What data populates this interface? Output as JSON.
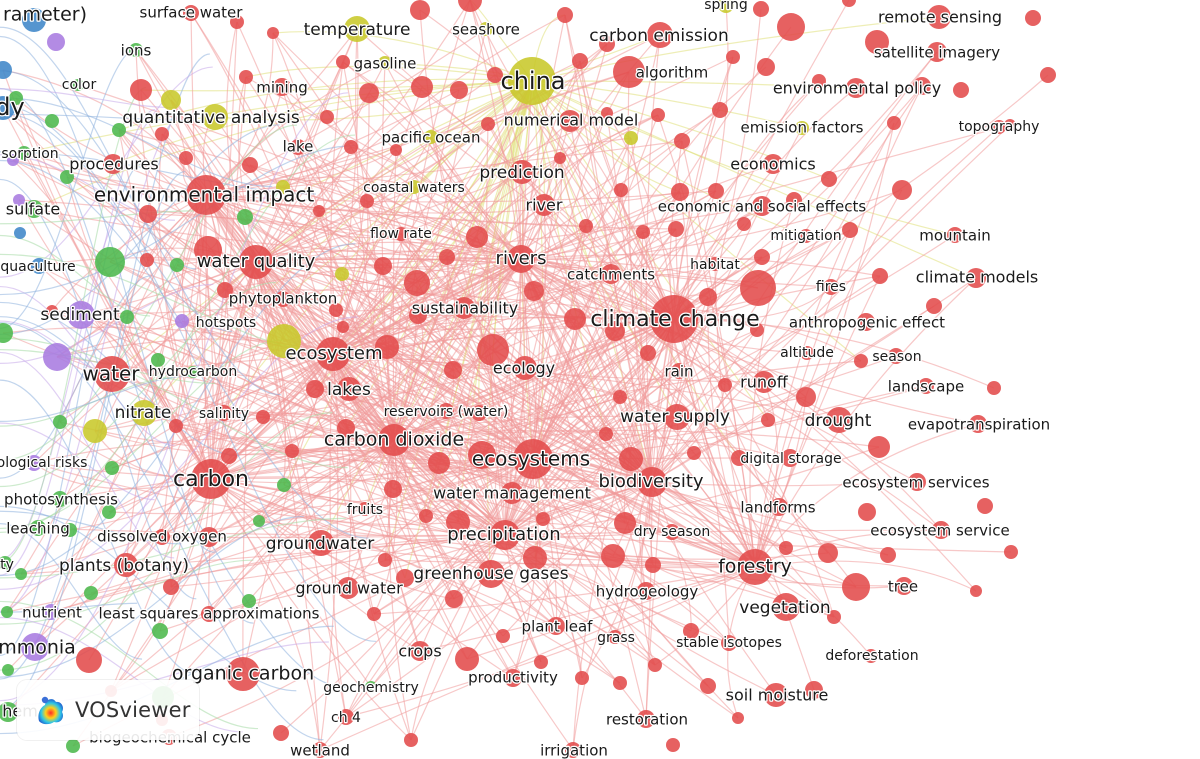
{
  "colors": {
    "red": "#e24b4b",
    "yellow": "#c8c82a",
    "green": "#4cb84c",
    "purple": "#a97be0",
    "blue": "#3f86c8",
    "edge_red": "#f19a9a",
    "edge_yellow": "#e0e07a",
    "edge_blue": "#8fb2df",
    "edge_green": "#a6dba6",
    "edge_purple": "#c7a9ea"
  },
  "branding": {
    "name": "VOSviewer",
    "icon": "vosviewer-logo-icon"
  },
  "keywords": [
    {
      "label": "china",
      "cluster": "yellow"
    },
    {
      "label": "climate change",
      "cluster": "red"
    },
    {
      "label": "carbon",
      "cluster": "red"
    },
    {
      "label": "ecosystems",
      "cluster": "red"
    },
    {
      "label": "environmental impact",
      "cluster": "red"
    },
    {
      "label": "ecosystem",
      "cluster": "red"
    },
    {
      "label": "forestry",
      "cluster": "red"
    },
    {
      "label": "water quality",
      "cluster": "red"
    },
    {
      "label": "carbon dioxide",
      "cluster": "red"
    },
    {
      "label": "organic carbon",
      "cluster": "red"
    },
    {
      "label": "water",
      "cluster": "red"
    },
    {
      "label": "precipitation",
      "cluster": "red"
    },
    {
      "label": "biodiversity",
      "cluster": "red"
    },
    {
      "label": "greenhouse gases",
      "cluster": "red"
    },
    {
      "label": "rivers",
      "cluster": "red"
    },
    {
      "label": "water supply",
      "cluster": "red"
    },
    {
      "label": "carbon emission",
      "cluster": "red"
    },
    {
      "label": "vegetation",
      "cluster": "red"
    },
    {
      "label": "drought",
      "cluster": "red"
    },
    {
      "label": "soil moisture",
      "cluster": "red"
    },
    {
      "label": "prediction",
      "cluster": "red"
    },
    {
      "label": "numerical model",
      "cluster": "red"
    },
    {
      "label": "sustainability",
      "cluster": "red"
    },
    {
      "label": "groundwater",
      "cluster": "red"
    },
    {
      "label": "ground water",
      "cluster": "red"
    },
    {
      "label": "water management",
      "cluster": "red"
    },
    {
      "label": "lakes",
      "cluster": "red"
    },
    {
      "label": "ecology",
      "cluster": "red"
    },
    {
      "label": "runoff",
      "cluster": "red"
    },
    {
      "label": "river",
      "cluster": "red"
    },
    {
      "label": "catchments",
      "cluster": "red"
    },
    {
      "label": "economic and social effects",
      "cluster": "red"
    },
    {
      "label": "environmental policy",
      "cluster": "red"
    },
    {
      "label": "remote sensing",
      "cluster": "red"
    },
    {
      "label": "satellite imagery",
      "cluster": "red"
    },
    {
      "label": "economics",
      "cluster": "red"
    },
    {
      "label": "algorithm",
      "cluster": "red"
    },
    {
      "label": "climate models",
      "cluster": "red"
    },
    {
      "label": "anthropogenic effect",
      "cluster": "red"
    },
    {
      "label": "evapotranspiration",
      "cluster": "red"
    },
    {
      "label": "ecosystem services",
      "cluster": "red"
    },
    {
      "label": "ecosystem service",
      "cluster": "red"
    },
    {
      "label": "landforms",
      "cluster": "red"
    },
    {
      "label": "digital storage",
      "cluster": "red"
    },
    {
      "label": "dry season",
      "cluster": "red"
    },
    {
      "label": "hydrogeology",
      "cluster": "red"
    },
    {
      "label": "plant leaf",
      "cluster": "red"
    },
    {
      "label": "grass",
      "cluster": "red"
    },
    {
      "label": "stable isotopes",
      "cluster": "red"
    },
    {
      "label": "deforestation",
      "cluster": "red"
    },
    {
      "label": "tree",
      "cluster": "red"
    },
    {
      "label": "productivity",
      "cluster": "red"
    },
    {
      "label": "restoration",
      "cluster": "red"
    },
    {
      "label": "irrigation",
      "cluster": "red"
    },
    {
      "label": "crops",
      "cluster": "red"
    },
    {
      "label": "wetland",
      "cluster": "red"
    },
    {
      "label": "ch 4",
      "cluster": "red"
    },
    {
      "label": "biogeochemical cycle",
      "cluster": "red"
    },
    {
      "label": "geochemistry",
      "cluster": "green"
    },
    {
      "label": "mitigation",
      "cluster": "red"
    },
    {
      "label": "mountain",
      "cluster": "red"
    },
    {
      "label": "fires",
      "cluster": "red"
    },
    {
      "label": "habitat",
      "cluster": "red"
    },
    {
      "label": "rain",
      "cluster": "red"
    },
    {
      "label": "altitude",
      "cluster": "red"
    },
    {
      "label": "season",
      "cluster": "red"
    },
    {
      "label": "landscape",
      "cluster": "red"
    },
    {
      "label": "topography",
      "cluster": "red"
    },
    {
      "label": "emission factors",
      "cluster": "yellow"
    },
    {
      "label": "phytoplankton",
      "cluster": "red"
    },
    {
      "label": "flow rate",
      "cluster": "red"
    },
    {
      "label": "coastal waters",
      "cluster": "yellow"
    },
    {
      "label": "pacific ocean",
      "cluster": "yellow"
    },
    {
      "label": "seashore",
      "cluster": "yellow"
    },
    {
      "label": "temperature",
      "cluster": "yellow"
    },
    {
      "label": "gasoline",
      "cluster": "yellow"
    },
    {
      "label": "spring",
      "cluster": "yellow"
    },
    {
      "label": "mining",
      "cluster": "red"
    },
    {
      "label": "lake",
      "cluster": "red"
    },
    {
      "label": "quantitative analysis",
      "cluster": "yellow"
    },
    {
      "label": "procedures",
      "cluster": "red"
    },
    {
      "label": "surface water",
      "cluster": "red"
    },
    {
      "label": "ions",
      "cluster": "green"
    },
    {
      "label": "color",
      "cluster": "green"
    },
    {
      "label": "rameter)",
      "cluster": "blue"
    },
    {
      "label": "dy",
      "cluster": "blue"
    },
    {
      "label": "sorption",
      "cluster": "green"
    },
    {
      "label": "sulfate",
      "cluster": "green"
    },
    {
      "label": "quaculture",
      "cluster": "blue"
    },
    {
      "label": "sediment",
      "cluster": "purple"
    },
    {
      "label": "hotspots",
      "cluster": "purple"
    },
    {
      "label": "hydrocarbon",
      "cluster": "green"
    },
    {
      "label": "nitrate",
      "cluster": "yellow"
    },
    {
      "label": "salinity",
      "cluster": "red"
    },
    {
      "label": "reservoirs (water)",
      "cluster": "red"
    },
    {
      "label": "ological risks",
      "cluster": "purple"
    },
    {
      "label": "photosynthesis",
      "cluster": "green"
    },
    {
      "label": "leaching",
      "cluster": "green"
    },
    {
      "label": "dissolved oxygen",
      "cluster": "red"
    },
    {
      "label": "fruits",
      "cluster": "red"
    },
    {
      "label": "ty",
      "cluster": "green"
    },
    {
      "label": "plants (botany)",
      "cluster": "red"
    },
    {
      "label": "nutrient",
      "cluster": "purple"
    },
    {
      "label": "least squares approximations",
      "cluster": "red"
    },
    {
      "label": "mmonia",
      "cluster": "purple"
    },
    {
      "label": "hem",
      "cluster": "green"
    }
  ]
}
